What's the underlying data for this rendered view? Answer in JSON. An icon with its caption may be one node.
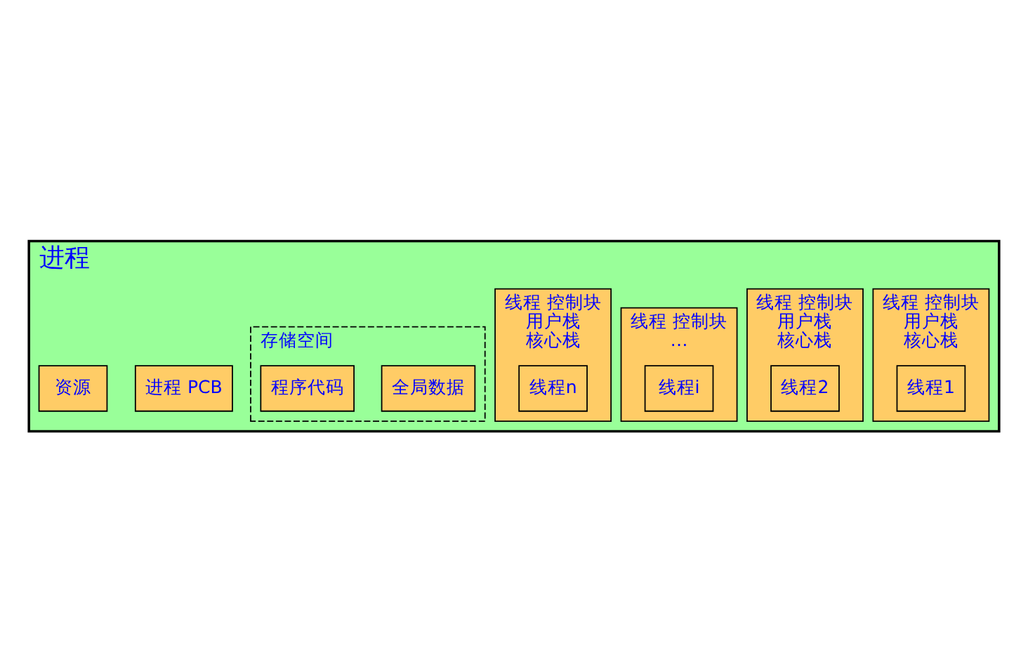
{
  "diagram": {
    "nodes": [
      {
        "text": [
          "进程"
        ]
      },
      {
        "text": [
          "进程 PCB"
        ],
        "in": 0
      },
      {
        "text": [
          "资源"
        ],
        "in": 0
      },
      {
        "text": [
          "线程 控制块",
          "用户栈",
          "核心栈"
        ],
        "in": 0
      },
      {
        "text": [
          "线程1"
        ],
        "in": 3
      },
      {
        "text": [
          "线程 控制块",
          "用户栈",
          "核心栈"
        ],
        "in": 0
      },
      {
        "text": [
          "线程2"
        ],
        "in": 5
      },
      {
        "text": [
          "线程 控制块",
          "…"
        ],
        "in": 0
      },
      {
        "text": [
          "线程i"
        ],
        "in": 7
      },
      {
        "text": [
          "线程 控制块",
          "用户栈",
          "核心栈"
        ],
        "in": 0
      },
      {
        "text": [
          "线程n"
        ],
        "in": 9
      },
      {
        "text": [
          "存储空间"
        ],
        "in": 0
      },
      {
        "text": [
          "全局数据"
        ],
        "in": 11
      },
      {
        "text": [
          "程序代码"
        ],
        "in": 11
      }
    ]
  }
}
